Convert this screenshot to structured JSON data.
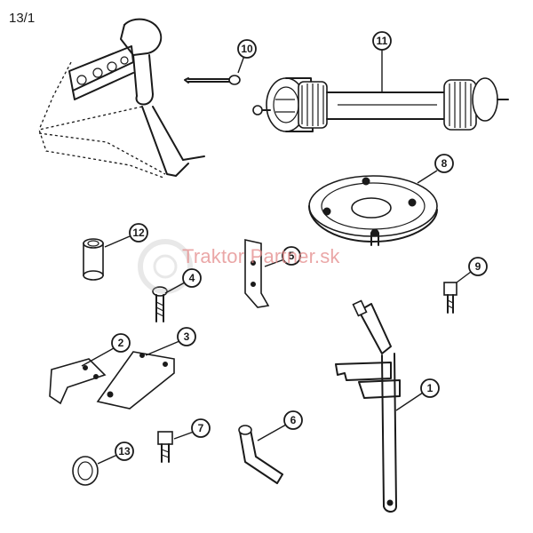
{
  "page": {
    "label": "13/1"
  },
  "watermark": {
    "text": "Traktor Partner.sk",
    "color": "#e48a8a"
  },
  "callouts": [
    {
      "number": "1",
      "part": "hand-crank-lever"
    },
    {
      "number": "2",
      "part": "small-bracket"
    },
    {
      "number": "3",
      "part": "plate-bracket"
    },
    {
      "number": "4",
      "part": "bolt"
    },
    {
      "number": "5",
      "part": "angle-bracket"
    },
    {
      "number": "6",
      "part": "hex-key"
    },
    {
      "number": "7",
      "part": "socket-screw"
    },
    {
      "number": "8",
      "part": "flange-ring"
    },
    {
      "number": "9",
      "part": "screw-with-nut"
    },
    {
      "number": "10",
      "part": "pin"
    },
    {
      "number": "11",
      "part": "pto-drive-shaft"
    },
    {
      "number": "12",
      "part": "sleeve"
    },
    {
      "number": "13",
      "part": "nut-cap"
    }
  ],
  "colors": {
    "ink": "#1a1a1a",
    "background": "#ffffff"
  }
}
